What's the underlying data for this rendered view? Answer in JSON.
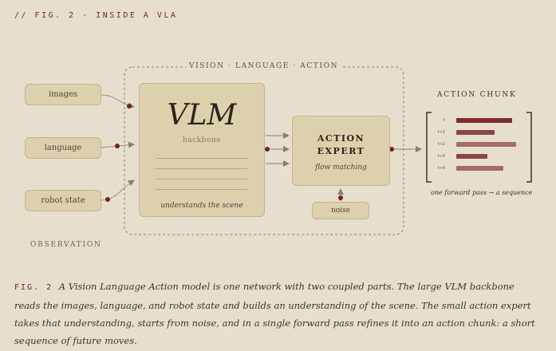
{
  "header": {
    "text": "// FIG. 2 · INSIDE A VLA"
  },
  "frame": {
    "label": "VISION · LANGUAGE · ACTION"
  },
  "inputs": [
    {
      "label": "images"
    },
    {
      "label": "language"
    },
    {
      "label": "robot state"
    }
  ],
  "observation_label": "OBSERVATION",
  "vlm": {
    "title": "VLM",
    "subtitle": "backbone",
    "footer": "understands the scene"
  },
  "action_expert": {
    "title_line1": "ACTION",
    "title_line2": "EXPERT",
    "subtitle": "flow matching"
  },
  "noise": {
    "label": "noise"
  },
  "action_chunk": {
    "title": "ACTION CHUNK",
    "rows": [
      {
        "label": "t",
        "value": 0.85,
        "color": "#7a2e2e"
      },
      {
        "label": "t+1",
        "value": 0.58,
        "color": "#8b4545"
      },
      {
        "label": "t+2",
        "value": 0.92,
        "color": "#a36b6b"
      },
      {
        "label": "t+3",
        "value": 0.48,
        "color": "#8b4545"
      },
      {
        "label": "t+4",
        "value": 0.72,
        "color": "#a36b6b"
      }
    ],
    "footer": "one forward pass → a sequence"
  },
  "caption": {
    "fig_label": "FIG. 2",
    "text": "A Vision Language Action model is one network with two coupled parts. The large VLM backbone reads the images, language, and robot state and builds an understanding of the scene. The small action expert takes that understanding, starts from noise, and in a single forward pass refines it into an action chunk: a short sequence of future moves."
  },
  "colors": {
    "background": "#e6dfcd",
    "box_fill": "#dcd0ad",
    "box_border": "#c2b48e",
    "accent": "#6e2a2a",
    "dot": "#7a1f1f"
  }
}
